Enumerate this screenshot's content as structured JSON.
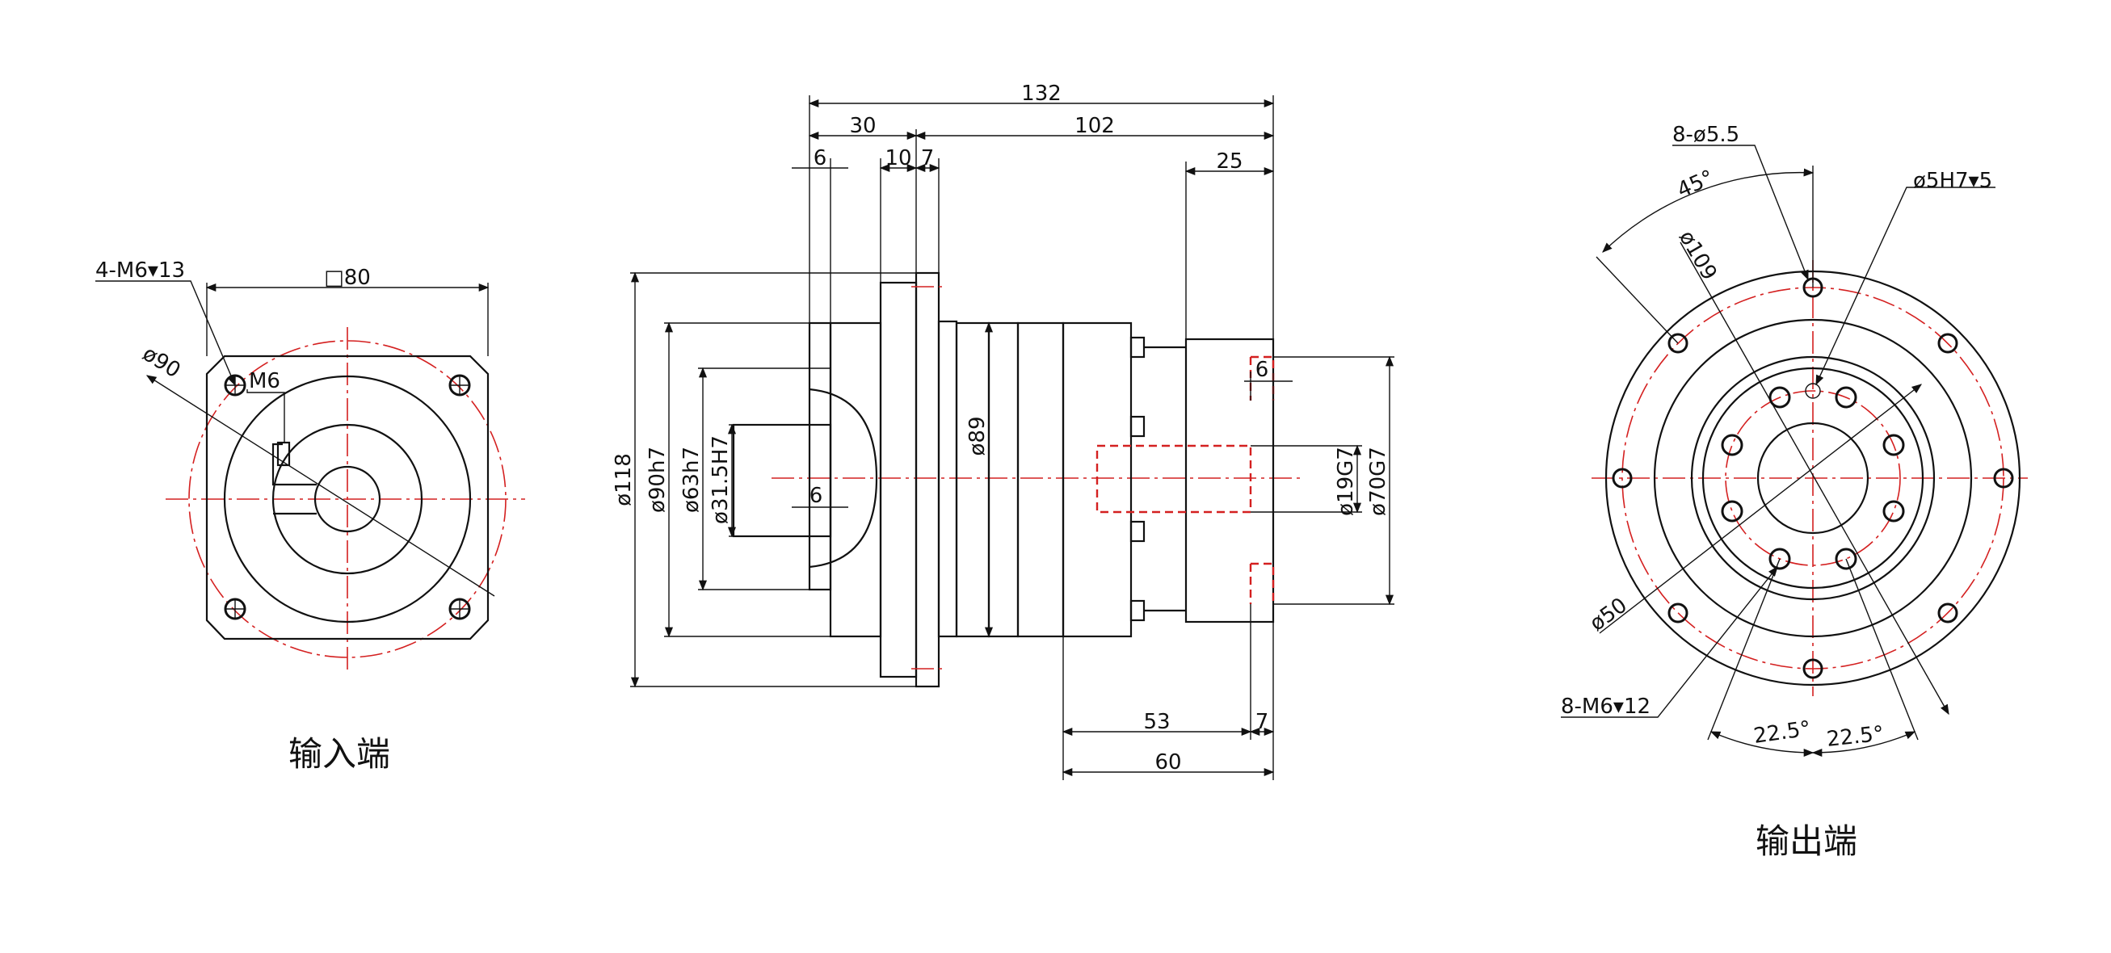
{
  "colors": {
    "outline": "#111111",
    "center_line": "#d42020",
    "background": "#ffffff"
  },
  "input_view": {
    "caption": "输入端",
    "labels": {
      "holes": "4-M6▾13",
      "square": "□80",
      "pcd": "ø90",
      "thread": "M6"
    }
  },
  "side_view": {
    "labels": {
      "total_length": "132",
      "flange_len": "30",
      "body_len": "102",
      "d6_top": "6",
      "d10": "10",
      "d7_top": "7",
      "d25": "25",
      "d6_key": "6",
      "d6_center": "6",
      "d53": "53",
      "d7_bottom": "7",
      "d60": "60",
      "dia118": "ø118",
      "dia90": "ø90h7",
      "dia63": "ø63h7",
      "dia315": "ø31.5H7",
      "dia89": "ø89",
      "dia19": "ø19G7",
      "dia70": "ø70G7"
    }
  },
  "output_view": {
    "caption": "输出端",
    "labels": {
      "holes": "8-ø5.5",
      "pin": "ø5H7▾5",
      "angle45": "45°",
      "pcd109": "ø109",
      "dia50": "ø50",
      "threads": "8-M6▾12",
      "angle_left": "22.5°",
      "angle_right": "22.5°"
    }
  }
}
